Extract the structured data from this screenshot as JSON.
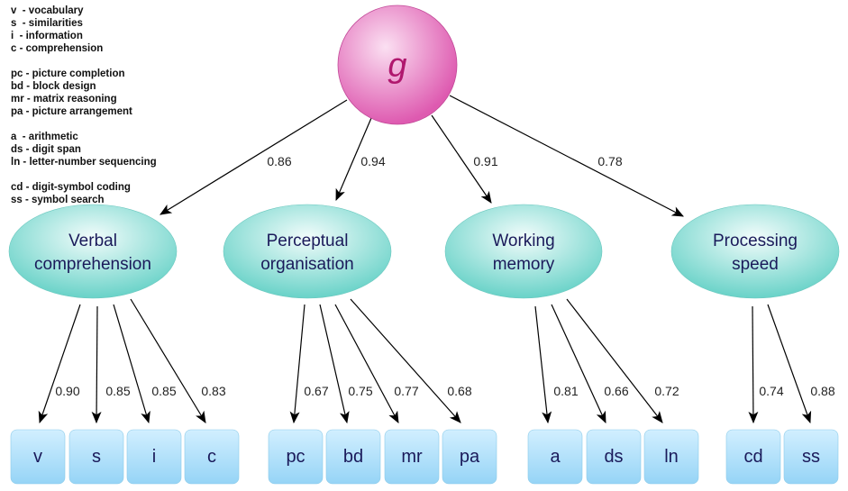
{
  "legend": {
    "groups": [
      [
        "v  - vocabulary",
        "s  - similarities",
        "i  - information",
        "c - comprehension"
      ],
      [
        "pc - picture completion",
        "bd - block design",
        "mr - matrix reasoning",
        "pa - picture arrangement"
      ],
      [
        "a  - arithmetic",
        "ds - digit span",
        "ln - letter-number sequencing"
      ],
      [
        "cd - digit-symbol coding",
        "ss - symbol search"
      ]
    ]
  },
  "g": {
    "label": "g"
  },
  "factors": [
    {
      "id": "verbal",
      "lines": [
        "Verbal",
        "comprehension"
      ],
      "loading": "0.86"
    },
    {
      "id": "perceptual",
      "lines": [
        "Perceptual",
        "organisation"
      ],
      "loading": "0.94"
    },
    {
      "id": "working",
      "lines": [
        "Working",
        "memory"
      ],
      "loading": "0.91"
    },
    {
      "id": "processing",
      "lines": [
        "Processing",
        "speed"
      ],
      "loading": "0.78"
    }
  ],
  "subtests": [
    {
      "label": "v",
      "loading": "0.90",
      "factor": 0
    },
    {
      "label": "s",
      "loading": "0.85",
      "factor": 0
    },
    {
      "label": "i",
      "loading": "0.85",
      "factor": 0
    },
    {
      "label": "c",
      "loading": "0.83",
      "factor": 0
    },
    {
      "label": "pc",
      "loading": "0.67",
      "factor": 1
    },
    {
      "label": "bd",
      "loading": "0.75",
      "factor": 1
    },
    {
      "label": "mr",
      "loading": "0.77",
      "factor": 1
    },
    {
      "label": "pa",
      "loading": "0.68",
      "factor": 1
    },
    {
      "label": "a",
      "loading": "0.81",
      "factor": 2
    },
    {
      "label": "ds",
      "loading": "0.66",
      "factor": 2
    },
    {
      "label": "ln",
      "loading": "0.72",
      "factor": 2
    },
    {
      "label": "cd",
      "loading": "0.74",
      "factor": 3
    },
    {
      "label": "ss",
      "loading": "0.88",
      "factor": 3
    }
  ],
  "colors": {
    "g_center": "#fbe0f2",
    "g_edge": "#de5ab0",
    "g_text": "#b0186e",
    "factor_center": "#f2fcfb",
    "factor_edge": "#5ecfc4",
    "box_light": "#d2efff",
    "box_dark": "#96d4f6",
    "text_dark": "#1a1a5a",
    "arrow": "#000000"
  }
}
